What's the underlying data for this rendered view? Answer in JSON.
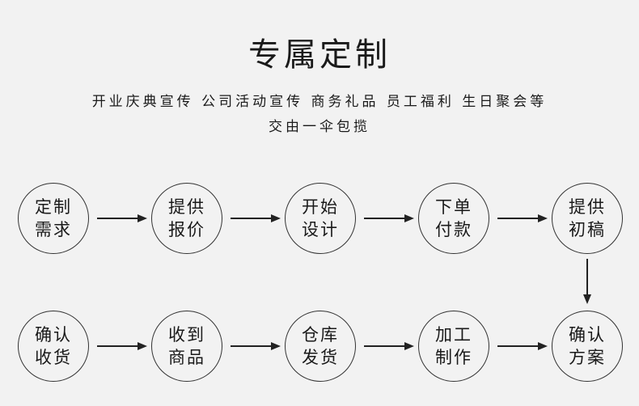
{
  "title": "专属定制",
  "subtitle_line1": "开业庆典宣传 公司活动宣传 商务礼品 员工福利 生日聚会等",
  "subtitle_line2": "交由一伞包揽",
  "row1": [
    {
      "line1": "定制",
      "line2": "需求"
    },
    {
      "line1": "提供",
      "line2": "报价"
    },
    {
      "line1": "开始",
      "line2": "设计"
    },
    {
      "line1": "下单",
      "line2": "付款"
    },
    {
      "line1": "提供",
      "line2": "初稿"
    }
  ],
  "row2": [
    {
      "line1": "确认",
      "line2": "收货"
    },
    {
      "line1": "收到",
      "line2": "商品"
    },
    {
      "line1": "仓库",
      "line2": "发货"
    },
    {
      "line1": "加工",
      "line2": "制作"
    },
    {
      "line1": "确认",
      "line2": "方案"
    }
  ]
}
